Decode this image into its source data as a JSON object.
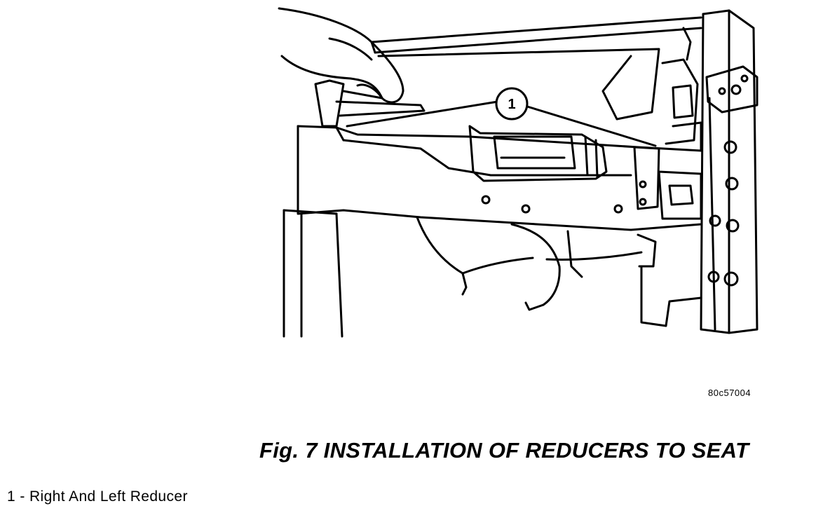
{
  "figure": {
    "callout_number": "1",
    "code": "80c57004",
    "caption": "Fig. 7 INSTALLATION OF REDUCERS TO SEAT"
  },
  "legend": [
    {
      "text": "1 - Right And Left Reducer"
    }
  ]
}
